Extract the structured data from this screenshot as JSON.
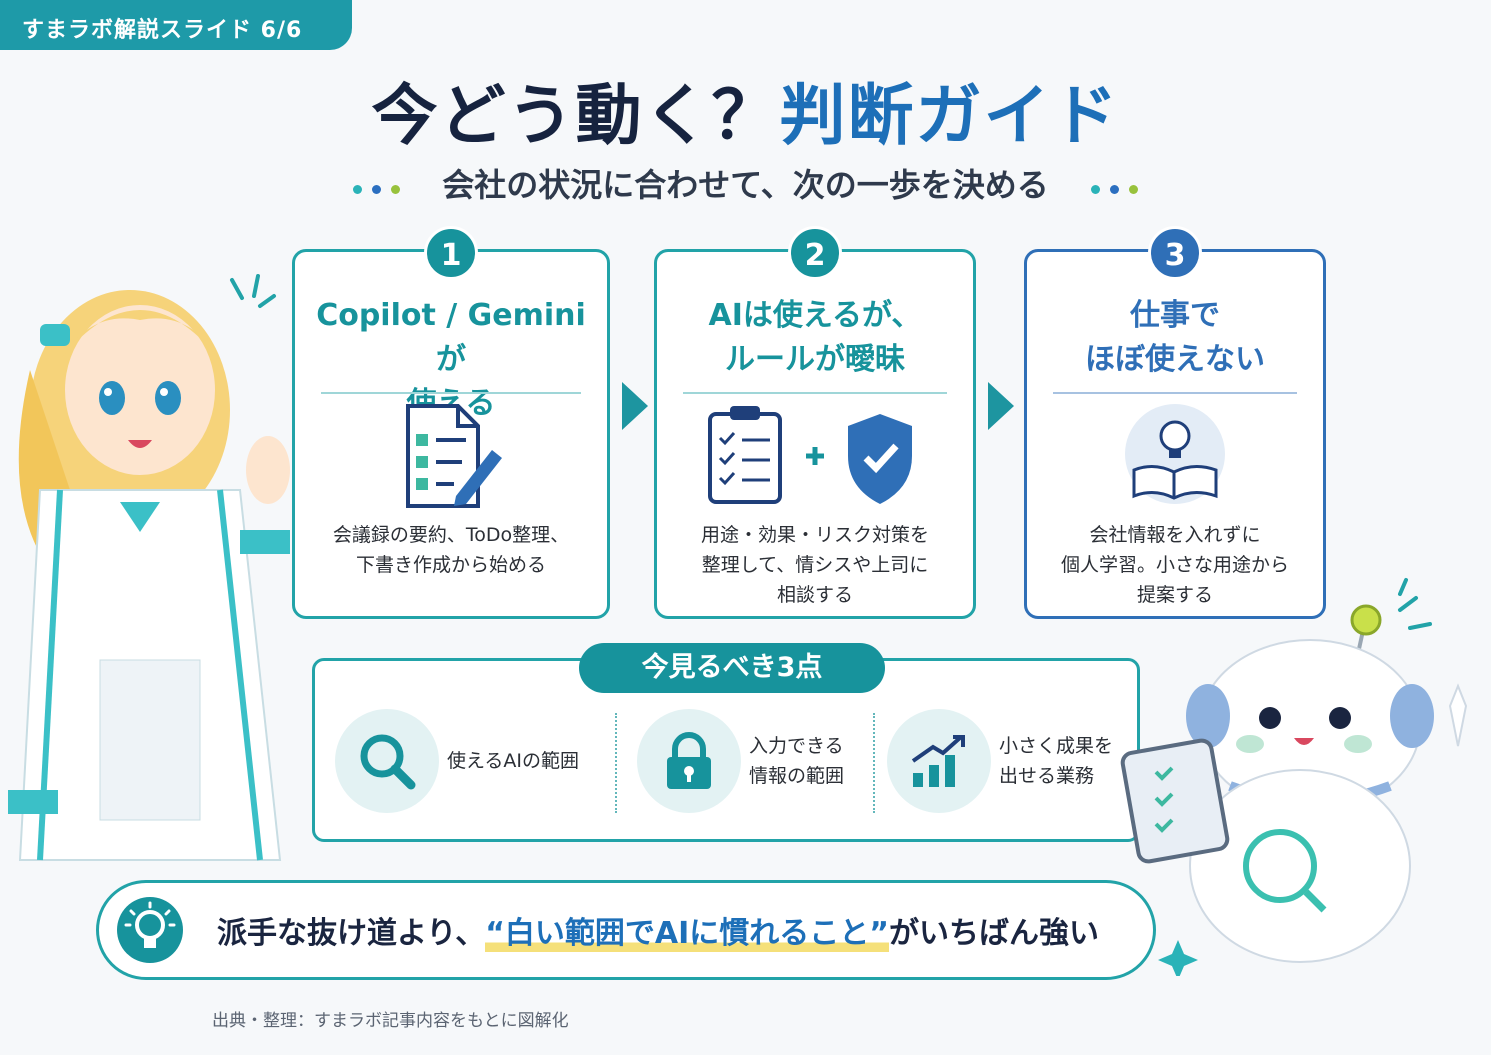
{
  "slide_tag": "すまラボ解説スライド 6/6",
  "title": {
    "part1": "今どう動く？",
    "part2": "判断ガイド"
  },
  "subtitle": "会社の状況に合わせて、次の一歩を決める",
  "colors": {
    "teal": "#17939c",
    "blue": "#2f6fb7",
    "navy": "#16233f",
    "highlight": "#f5e07a"
  },
  "cards": [
    {
      "num": "1",
      "head1": "Copilot / Geminiが",
      "head2": "使える",
      "icon": "document-check-pencil-icon",
      "body1": "会議録の要約、ToDo整理、",
      "body2": "下書き作成から始める",
      "body3": ""
    },
    {
      "num": "2",
      "head1": "AIは使えるが、",
      "head2": "ルールが曖昧",
      "icon": "clipboard-plus-shield-icon",
      "body1": "用途・効果・リスク対策を",
      "body2": "整理して、情シスや上司に",
      "body3": "相談する"
    },
    {
      "num": "3",
      "head1": "仕事で",
      "head2": "ほぼ使えない",
      "icon": "lightbulb-book-icon",
      "body1": "会社情報を入れずに",
      "body2": "個人学習。小さな用途から",
      "body3": "提案する"
    }
  ],
  "points": {
    "title": "今見るべき3点",
    "items": [
      {
        "icon": "search-icon",
        "line1": "使えるAIの範囲",
        "line2": ""
      },
      {
        "icon": "lock-icon",
        "line1": "入力できる",
        "line2": "情報の範囲"
      },
      {
        "icon": "growth-chart-icon",
        "line1": "小さく成果を",
        "line2": "出せる業務"
      }
    ]
  },
  "banner": {
    "pre": "派手な抜け道より、",
    "highlight": "“白い範囲でAIに慣れること”",
    "post": "がいちばん強い"
  },
  "source": "出典・整理：すまラボ記事内容をもとに図解化"
}
